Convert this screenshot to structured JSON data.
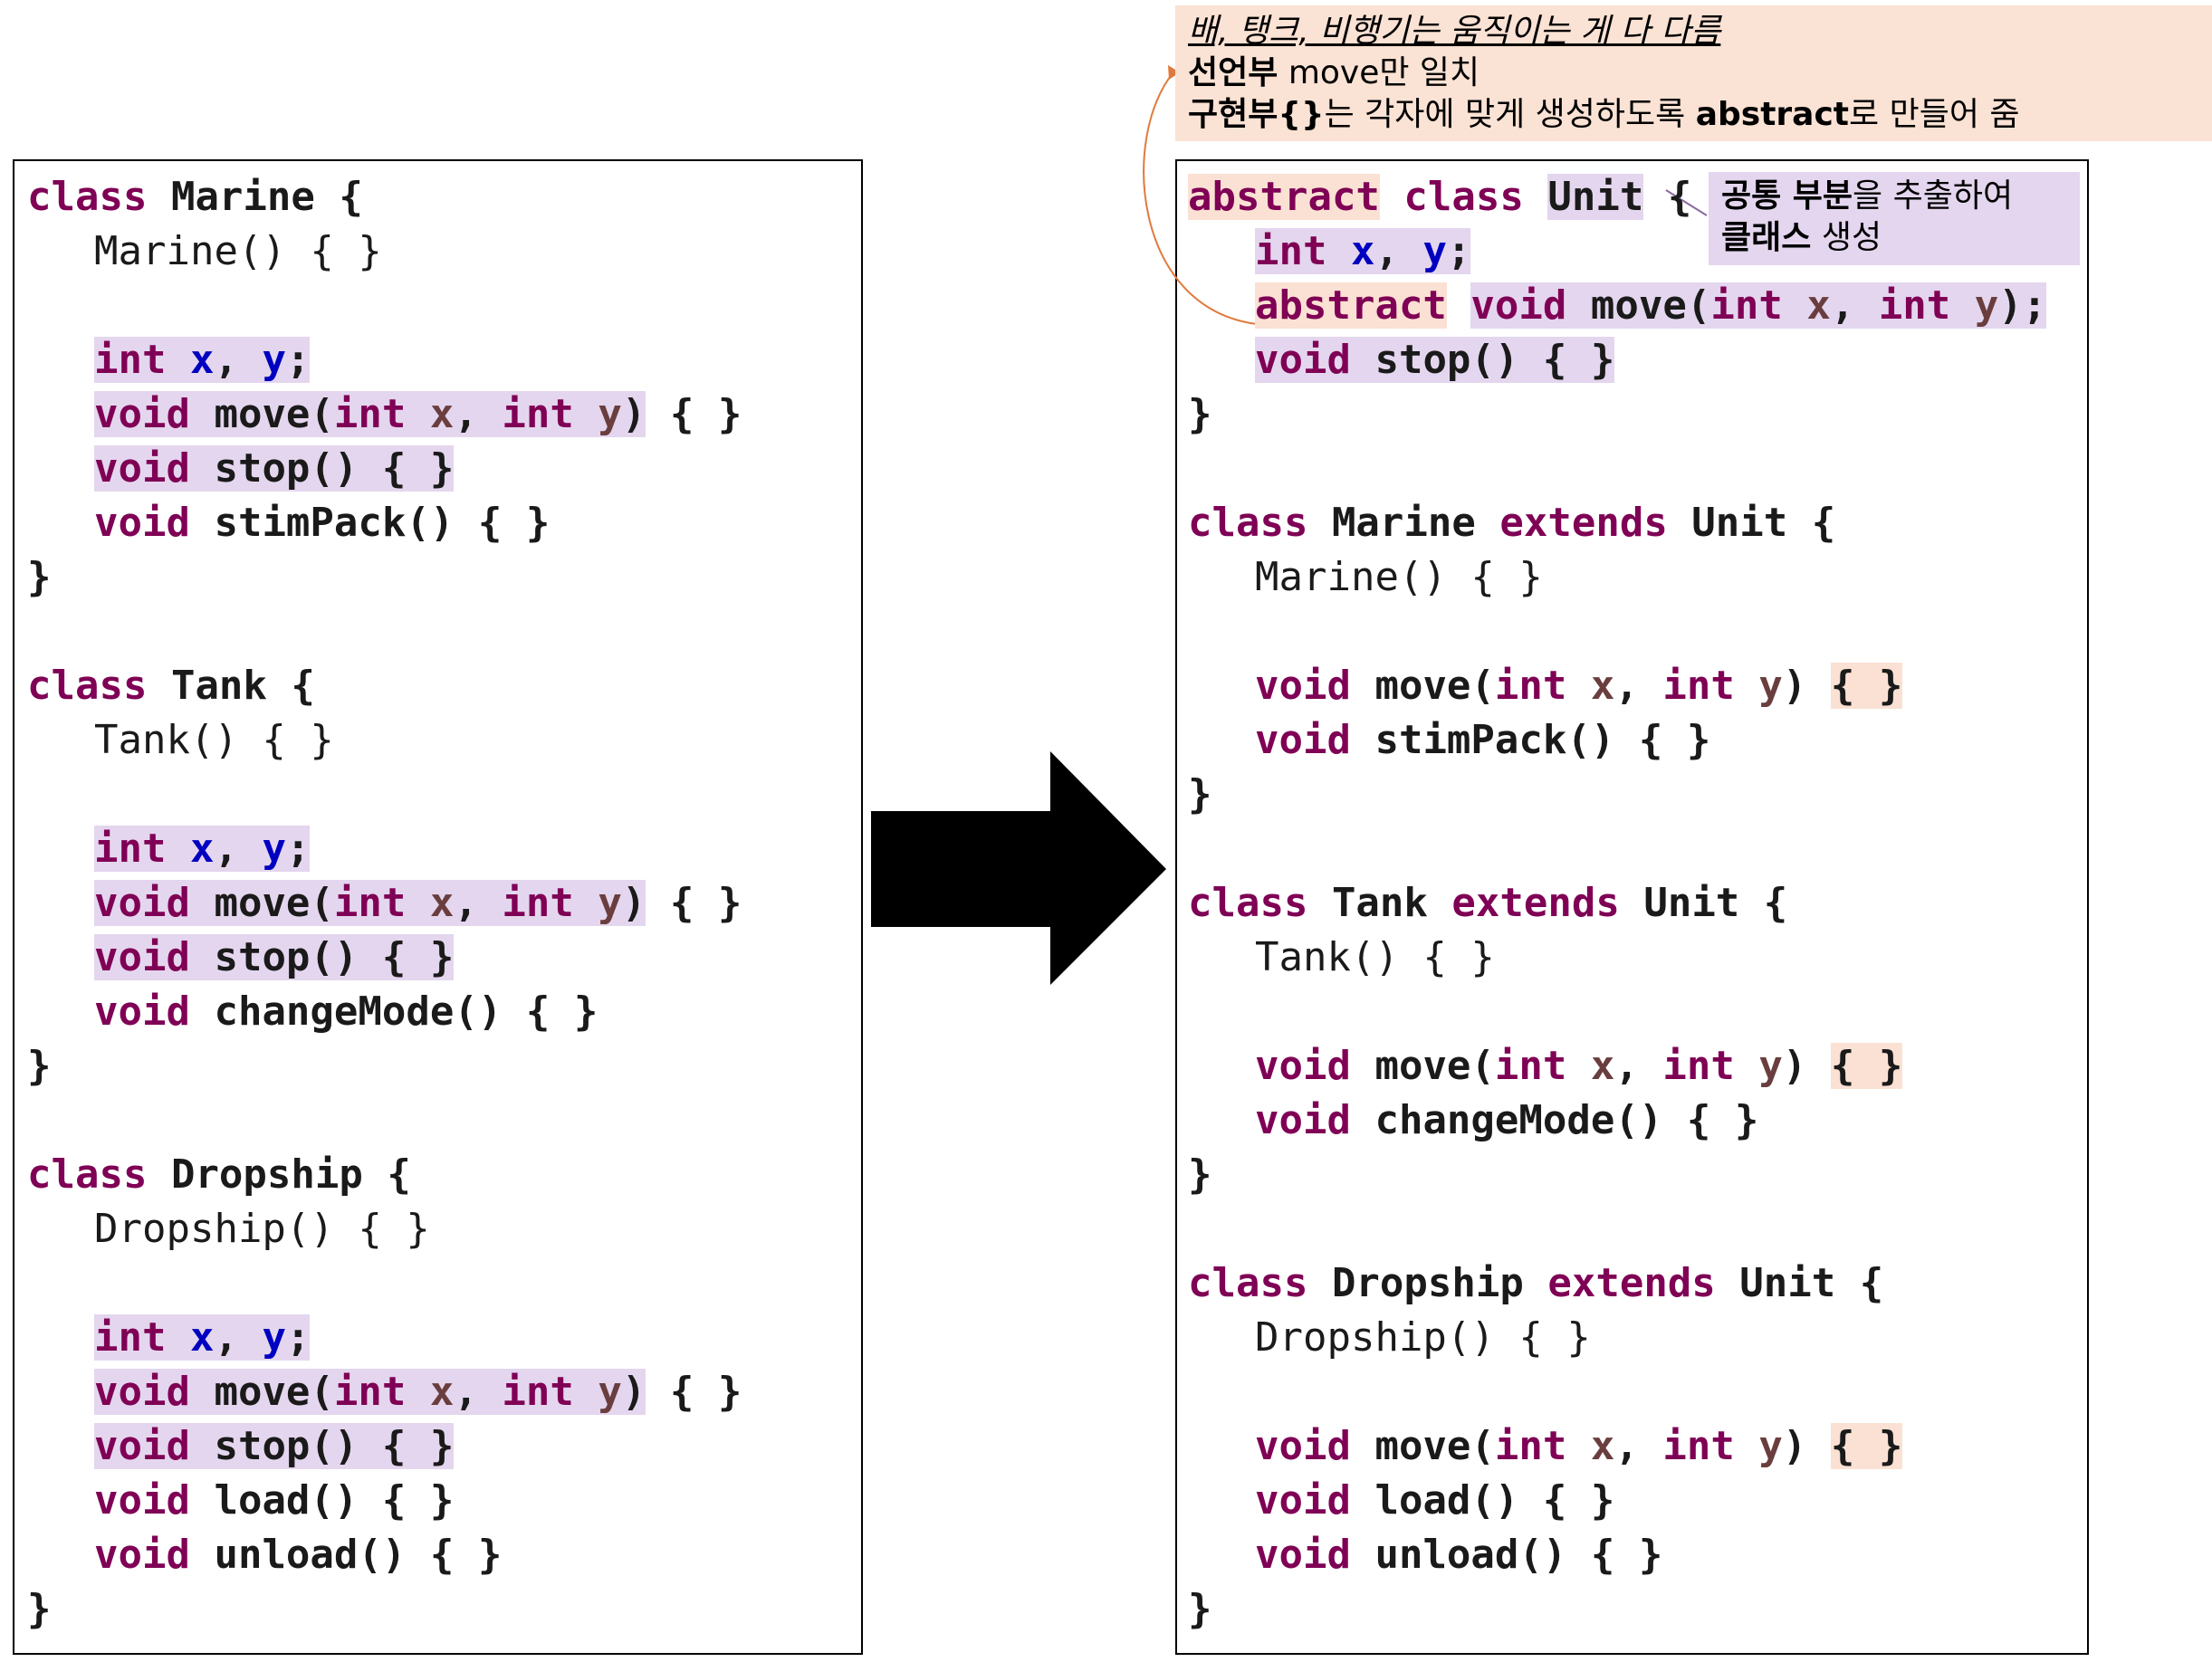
{
  "left": {
    "lines": [
      [
        "class",
        " ",
        "Marine",
        " {"
      ],
      [
        "Marine() { }"
      ],
      [],
      [
        "int",
        " ",
        "x",
        ", ",
        "y",
        ";"
      ],
      [
        "void",
        " move(",
        "int",
        " ",
        "x",
        ", ",
        "int",
        " ",
        "y",
        ")",
        " { }"
      ],
      [
        "void",
        " stop() { }"
      ],
      [
        "void",
        " stimPack() { }"
      ],
      [
        "}"
      ],
      [],
      [
        "class",
        " ",
        "Tank",
        " {"
      ],
      [
        "Tank() { }"
      ],
      [],
      [
        "int",
        " ",
        "x",
        ", ",
        "y",
        ";"
      ],
      [
        "void",
        " move(",
        "int",
        " ",
        "x",
        ", ",
        "int",
        " ",
        "y",
        ")",
        " { }"
      ],
      [
        "void",
        " stop() { }"
      ],
      [
        "void",
        " changeMode() { }"
      ],
      [
        "}"
      ],
      [],
      [
        "class",
        " ",
        "Dropship",
        " {"
      ],
      [
        "Dropship() { }"
      ],
      [],
      [
        "int",
        " ",
        "x",
        ", ",
        "y",
        ";"
      ],
      [
        "void",
        " move(",
        "int",
        " ",
        "x",
        ", ",
        "int",
        " ",
        "y",
        ")",
        " { }"
      ],
      [
        "void",
        " stop() { }"
      ],
      [
        "void",
        " load() { }"
      ],
      [
        "void",
        " unload() { }"
      ],
      [
        "}"
      ]
    ]
  },
  "right": {
    "lines": [
      [
        "abstract",
        " ",
        "class",
        " ",
        "Unit",
        " {"
      ],
      [
        "int",
        " ",
        "x",
        ", ",
        "y",
        ";"
      ],
      [
        "abstract",
        " ",
        "void",
        " move(",
        "int",
        " ",
        "x",
        ", ",
        "int",
        " ",
        "y",
        ");"
      ],
      [
        "void",
        " stop() { }"
      ],
      [
        "}"
      ],
      [],
      [
        "class",
        " Marine ",
        "extends",
        " Unit {"
      ],
      [
        "Marine() { }"
      ],
      [],
      [
        "void",
        " move(",
        "int",
        " ",
        "x",
        ", ",
        "int",
        " ",
        "y",
        ") ",
        "{ }"
      ],
      [
        "void",
        " stimPack() { }"
      ],
      [
        "}"
      ],
      [],
      [
        "class",
        " Tank ",
        "extends",
        " Unit {"
      ],
      [
        "Tank() { }"
      ],
      [],
      [
        "void",
        " move(",
        "int",
        " ",
        "x",
        ", ",
        "int",
        " ",
        "y",
        ") ",
        "{ }"
      ],
      [
        "void",
        " changeMode() { }"
      ],
      [
        "}"
      ],
      [],
      [
        "class",
        " Dropship ",
        "extends",
        " Unit {"
      ],
      [
        "Dropship() { }"
      ],
      [],
      [
        "void",
        " move(",
        "int",
        " ",
        "x",
        ", ",
        "int",
        " ",
        "y",
        ") ",
        "{ }"
      ],
      [
        "void",
        " load() { }"
      ],
      [
        "void",
        " unload() { }"
      ],
      [
        "}"
      ]
    ]
  },
  "note": {
    "line1": "배, 탱크, 비행기는 움직이는 게 다 다름",
    "line2_bold": "선언부",
    "line2_rest": " move만 일치",
    "line3_bold1": "구현부{}",
    "line3_mid": "는 각자에 맞게 생성하도록 ",
    "line3_bold2": "abstract",
    "line3_rest": "로 만들어 줌"
  },
  "callout": {
    "line1_bold": "공통 부분",
    "line1_rest": "을 추출하여",
    "line2_bold": "클래스",
    "line2_rest": " 생성"
  },
  "colors": {
    "keyword": "#7f0055",
    "field": "#0000c0",
    "param": "#6a3e3e",
    "highlight_purple": "#e4d6ee",
    "highlight_peach": "#fae1d3"
  }
}
